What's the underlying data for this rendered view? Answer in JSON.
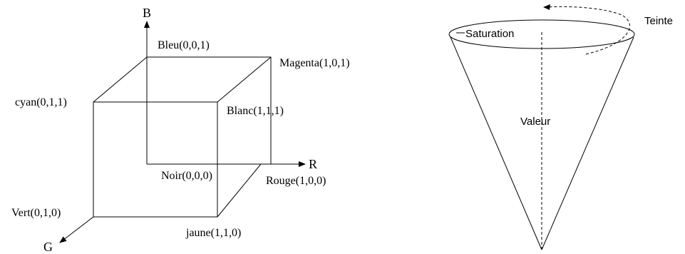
{
  "rgb_cube": {
    "axes": {
      "b": "B",
      "r": "R",
      "g": "G"
    },
    "vertices": {
      "bleu": "Bleu(0,0,1)",
      "magenta": "Magenta(1,0,1)",
      "cyan": "cyan(0,1,1)",
      "blanc": "Blanc(1,1,1)",
      "noir": "Noir(0,0,0)",
      "rouge": "Rouge(1,0,0)",
      "vert": "Vert(0,1,0)",
      "jaune": "jaune(1,1,0)"
    }
  },
  "hsv_cone": {
    "teinte": "Teinte",
    "saturation": "Saturation",
    "valeur": "Valeur"
  }
}
